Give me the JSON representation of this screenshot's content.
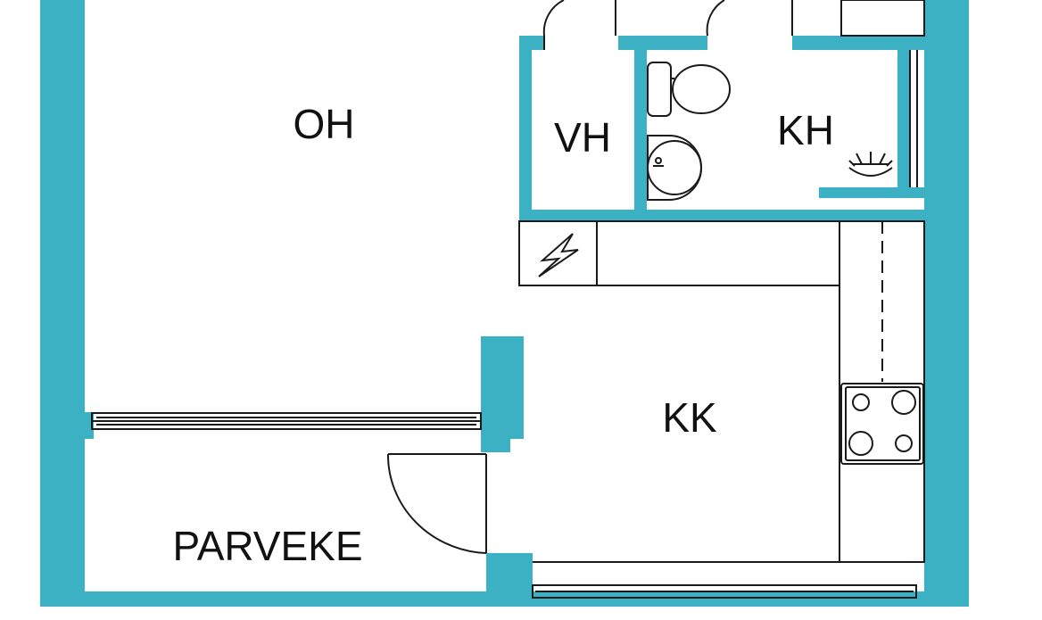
{
  "floor_plan": {
    "wall_color": "#3cb1c3",
    "line_color": "#1a1a1a",
    "rooms": [
      {
        "id": "oh",
        "label": "OH"
      },
      {
        "id": "vh",
        "label": "VH"
      },
      {
        "id": "kh",
        "label": "KH"
      },
      {
        "id": "kk",
        "label": "KK"
      },
      {
        "id": "parveke",
        "label": "PARVEKE"
      }
    ],
    "symbols": [
      "electric-panel-icon",
      "toilet-icon",
      "washbasin-icon",
      "shower-icon",
      "stove-icon"
    ]
  }
}
